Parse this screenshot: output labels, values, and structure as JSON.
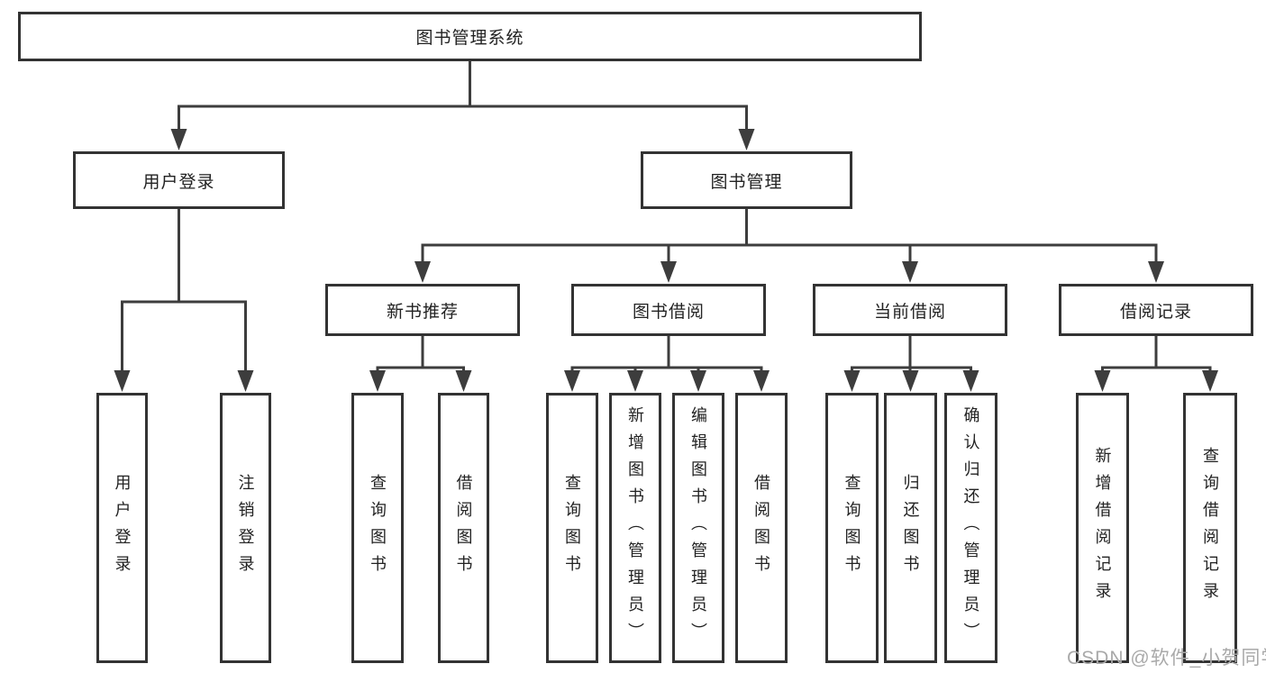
{
  "tree": {
    "root": {
      "label": "图书管理系统",
      "children": [
        {
          "label": "用户登录",
          "children": [
            {
              "label": "用户登录"
            },
            {
              "label": "注销登录"
            }
          ]
        },
        {
          "label": "图书管理",
          "children": [
            {
              "label": "新书推荐",
              "children": [
                {
                  "label": "查询图书"
                },
                {
                  "label": "借阅图书"
                }
              ]
            },
            {
              "label": "图书借阅",
              "children": [
                {
                  "label": "查询图书"
                },
                {
                  "label": "新增图书（管理员）"
                },
                {
                  "label": "编辑图书（管理员）"
                },
                {
                  "label": "借阅图书"
                }
              ]
            },
            {
              "label": "当前借阅",
              "children": [
                {
                  "label": "查询图书"
                },
                {
                  "label": "归还图书"
                },
                {
                  "label": "确认归还（管理员）"
                }
              ]
            },
            {
              "label": "借阅记录",
              "children": [
                {
                  "label": "新增借阅记录"
                },
                {
                  "label": "查询借阅记录"
                }
              ]
            }
          ]
        }
      ]
    }
  },
  "watermark": {
    "text": "CSDN @软件_小贺同学"
  },
  "colors": {
    "line": "#3d3d3d",
    "box_border": "#333333",
    "text": "#222222",
    "watermark": "#a9a9a9",
    "background": "#ffffff"
  }
}
